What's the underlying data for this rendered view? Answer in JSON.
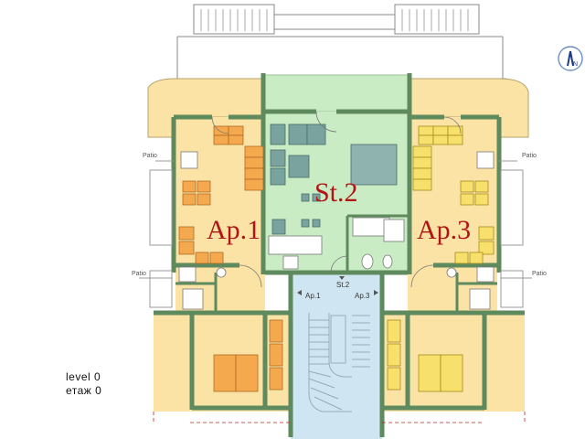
{
  "labels": {
    "ap1": "Ap.1",
    "st2": "St.2",
    "ap3": "Ap.3",
    "stair_ap1": "Ap.1",
    "stair_st2": "St.2",
    "stair_ap3": "Ap.3",
    "patio_left_top": "Patio",
    "patio_left_bottom": "Patio",
    "patio_right_top": "Patio",
    "patio_right_bottom": "Patio",
    "level_en": "level  0",
    "level_bg": "етаж 0",
    "compass": "N"
  },
  "colors": {
    "apartment": "#fbe3a6",
    "studio": "#c9ecc4",
    "stair": "#cfe6f2",
    "wall": "#5e8a5e",
    "furniture_orange": "#f5a94e",
    "furniture_yellow": "#f7e06b",
    "furniture_teal": "#7aa3a0",
    "label_red": "#b01414"
  }
}
